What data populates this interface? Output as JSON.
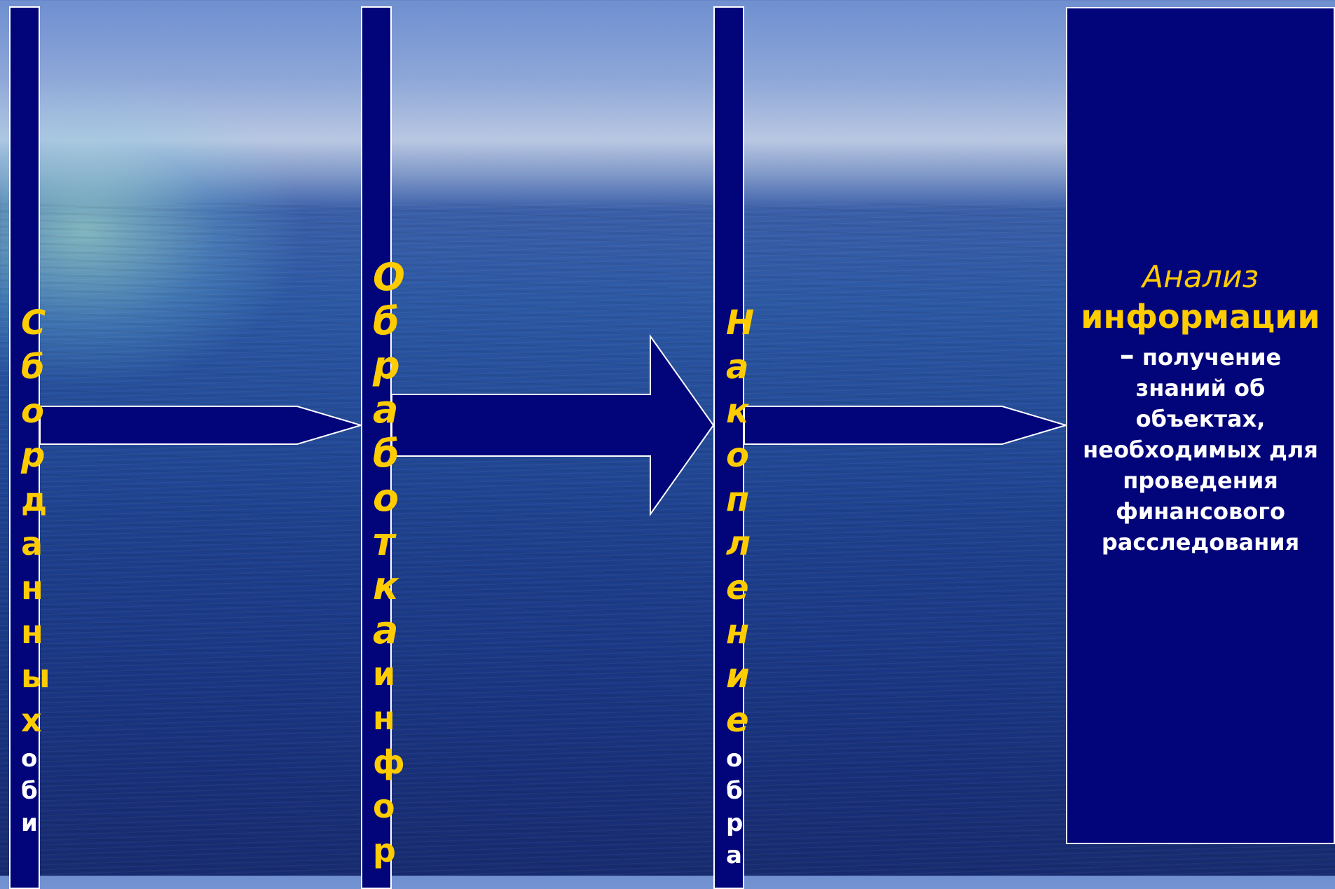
{
  "diagram": {
    "stages": [
      {
        "id": "collection",
        "label_italic": "Сбор",
        "label_normal": "данных",
        "label_small": "оби"
      },
      {
        "id": "processing",
        "label_italic": "Обработка",
        "label_normal": "инфор"
      },
      {
        "id": "accumulation",
        "label_italic": "Накопление",
        "label_small": "обра"
      }
    ],
    "analysis": {
      "title_italic": "Анализ",
      "title_bold": "информации",
      "dash": "–",
      "description": "получение знаний об объектах, необходимых для проведения финансового расследования"
    }
  },
  "colors": {
    "box_fill": "#02047a",
    "box_border": "#ffffff",
    "label_yellow": "#ffcc00",
    "label_white": "#ffffff"
  }
}
